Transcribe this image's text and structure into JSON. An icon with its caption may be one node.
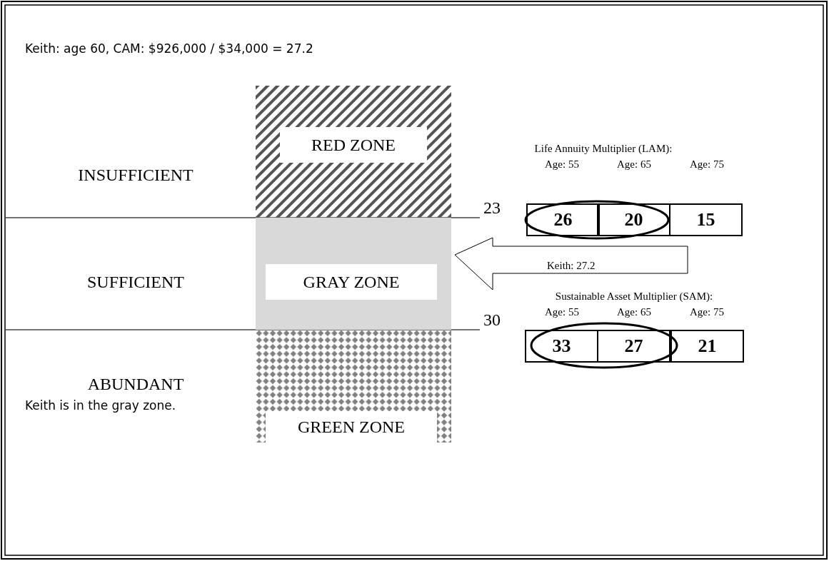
{
  "diagram": {
    "title": "Keith: age 60, CAM: $926,000 / $34,000 = 27.2",
    "caption": "Keith is in the gray zone.",
    "nodes": [
      {
        "text": [
          "RED ZONE"
        ]
      },
      {
        "text": [
          "GRAY ZONE"
        ]
      },
      {
        "text": [
          "GREEN ZONE"
        ]
      },
      {
        "text": [
          "Keith: 27.2"
        ]
      }
    ],
    "labels": [
      "INSUFFICIENT",
      "SUFFICIENT",
      "ABUNDANT",
      "23",
      "30",
      "Life Annuity Multiplier (LAM):",
      "Age: 55",
      "Age: 65",
      "Age: 75",
      "26",
      "20",
      "15",
      "Sustainable Asset Multiplier (SAM):",
      "Age: 55",
      "Age: 65",
      "Age: 75",
      "33",
      "27",
      "21"
    ]
  }
}
